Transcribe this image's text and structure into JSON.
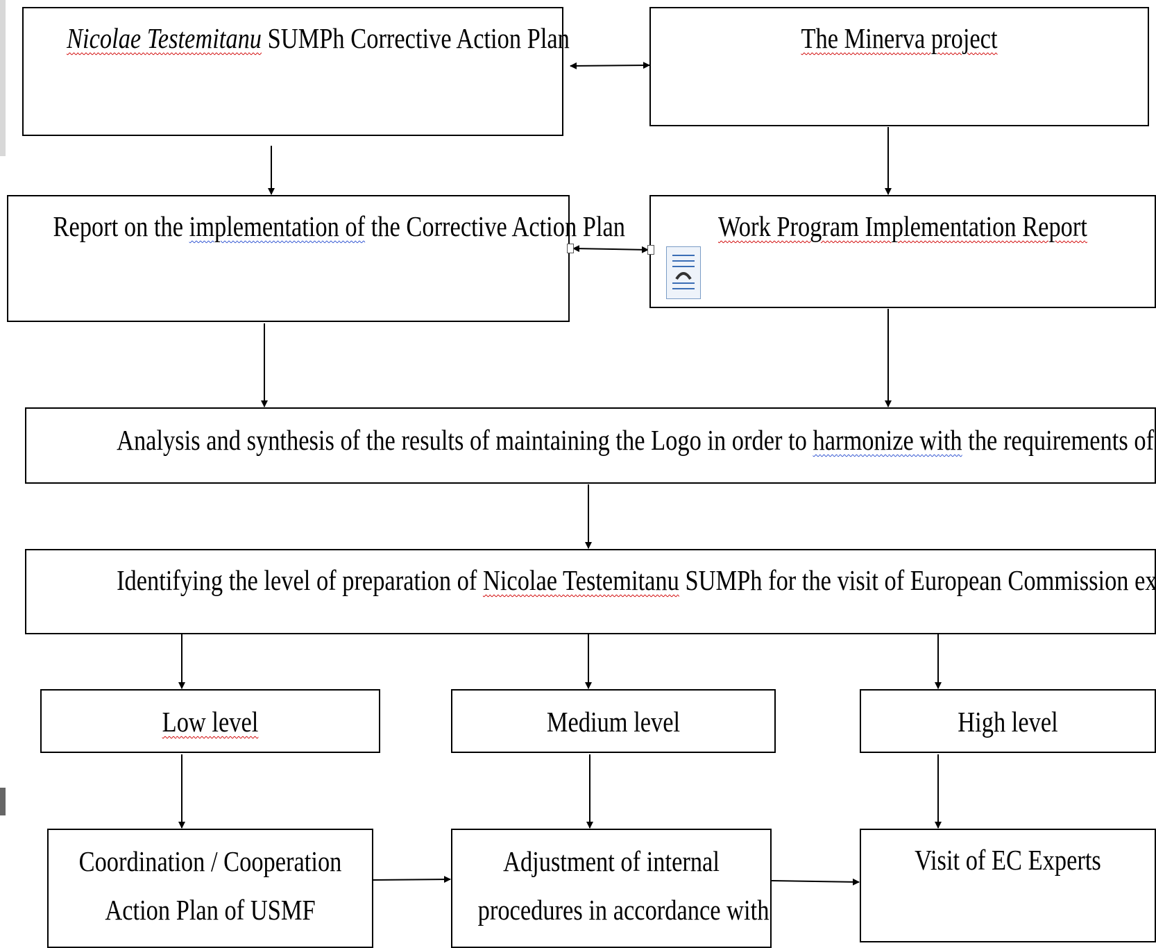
{
  "diagram": {
    "box_cap": {
      "italic_part": "Nicolae Testemitanu",
      "rest": "SUMPh Corrective Action Plan"
    },
    "box_minerva": {
      "label": "The Minerva project"
    },
    "box_report_cap": {
      "before": "Report on the",
      "underlined": "implementation  of",
      "after": "the Corrective Action Plan"
    },
    "box_work_program": {
      "label": "Work Program Implementation Report"
    },
    "box_analysis": {
      "before": "Analysis and synthesis of the results of maintaining the Logo in order to",
      "underlined": "harmonize  with",
      "after": "the requirements of the"
    },
    "box_identifying": {
      "before": "Identifying the level of preparation of",
      "underlined": "Nicolae Testemitanu",
      "after": "SUMPh for the visit of European Commission experts"
    },
    "box_low": {
      "label": "Low level"
    },
    "box_medium": {
      "label": "Medium level"
    },
    "box_high": {
      "label": "High level"
    },
    "box_coordination": {
      "line1": "Coordination / Cooperation",
      "line2": "Action Plan of USMF"
    },
    "box_adjustment": {
      "line1": "Adjustment of internal",
      "line2": "procedures in accordance with"
    },
    "box_visit": {
      "label": "Visit of EC Experts"
    }
  }
}
